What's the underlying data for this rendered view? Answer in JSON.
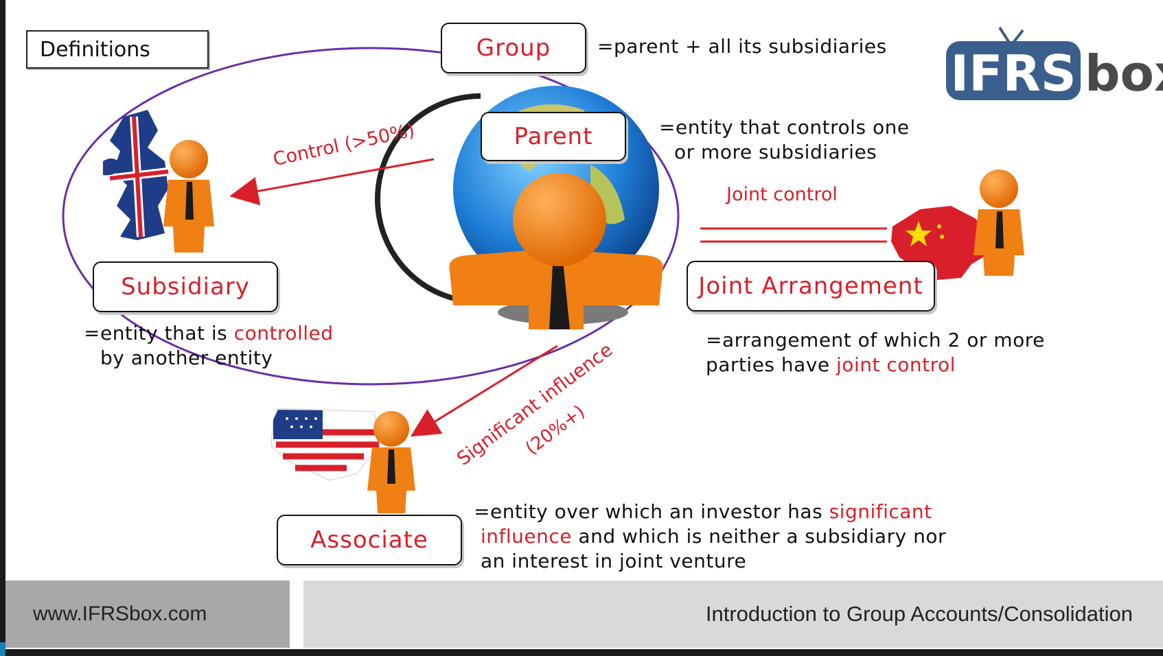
{
  "header": {
    "definitions_label": "Definitions"
  },
  "logo": {
    "part1": "IFRS",
    "part2": "box"
  },
  "entities": {
    "group": {
      "label": "Group",
      "definition": "=parent + all its subsidiaries"
    },
    "parent": {
      "label": "Parent",
      "definition_line1": "=entity that controls one",
      "definition_line2": "or more subsidiaries"
    },
    "subsidiary": {
      "label": "Subsidiary",
      "def_prefix": "=entity that is ",
      "def_highlight": "controlled",
      "def_line2": "by another entity"
    },
    "joint_arrangement": {
      "label": "Joint Arrangement",
      "def_line1": "=arrangement of which 2 or more",
      "def_prefix2": "parties have ",
      "def_highlight": "joint control"
    },
    "associate": {
      "label": "Associate",
      "def_prefix": "=entity over which an investor has ",
      "def_highlight1": "significant",
      "def_highlight2": "influence",
      "def_line2_rest": " and which is neither a subsidiary nor",
      "def_line3": "an interest in joint venture"
    }
  },
  "relations": {
    "control": "Control (>50%)",
    "joint_control": "Joint control",
    "significant_influence": "Significant influence",
    "significant_influence_pct": "(20%+)"
  },
  "footer": {
    "website": "www.IFRSbox.com",
    "title": "Introduction to Group Accounts/Consolidation"
  },
  "colors": {
    "accent_red": "#d9202a",
    "ellipse_purple": "#6a2ea6",
    "figure_orange": "#f07f14",
    "logo_blue": "#3b5f8c"
  },
  "icons": [
    "uk-map-icon",
    "china-map-icon",
    "usa-map-icon",
    "globe-icon",
    "orange-person-icon"
  ]
}
